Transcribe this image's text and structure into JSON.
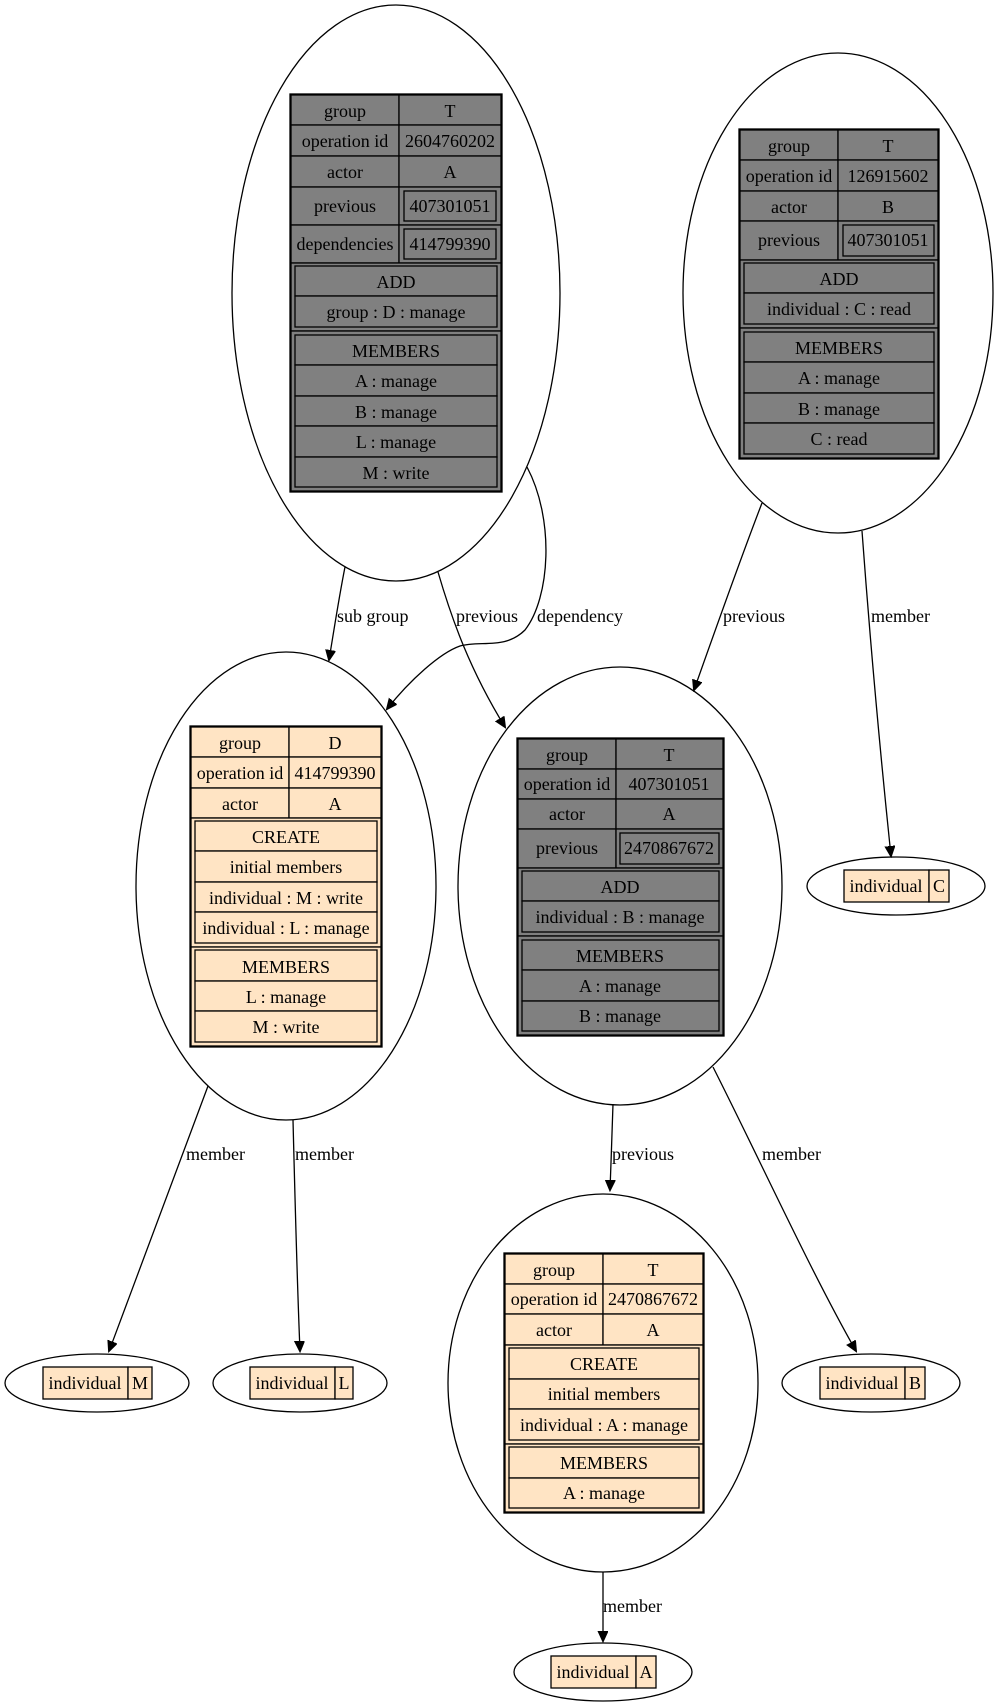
{
  "colors": {
    "dark_fill": "#808080",
    "light_fill": "#ffe4c4",
    "stroke": "#000000"
  },
  "nodes": {
    "op_2604760202": {
      "group_label": "group",
      "group": "T",
      "opid_label": "operation id",
      "opid": "2604760202",
      "actor_label": "actor",
      "actor": "A",
      "previous_label": "previous",
      "previous": "407301051",
      "dependencies_label": "dependencies",
      "dependencies": "414799390",
      "action": "ADD",
      "action_item": "group : D : manage",
      "members_title": "MEMBERS",
      "members": [
        "A : manage",
        "B : manage",
        "L : manage",
        "M : write"
      ]
    },
    "op_126915602": {
      "group_label": "group",
      "group": "T",
      "opid_label": "operation id",
      "opid": "126915602",
      "actor_label": "actor",
      "actor": "B",
      "previous_label": "previous",
      "previous": "407301051",
      "action": "ADD",
      "action_item": "individual : C : read",
      "members_title": "MEMBERS",
      "members": [
        "A : manage",
        "B : manage",
        "C : read"
      ]
    },
    "op_414799390": {
      "group_label": "group",
      "group": "D",
      "opid_label": "operation id",
      "opid": "414799390",
      "actor_label": "actor",
      "actor": "A",
      "action": "CREATE",
      "initial_label": "initial members",
      "initial": [
        "individual : M : write",
        "individual : L : manage"
      ],
      "members_title": "MEMBERS",
      "members": [
        "L : manage",
        "M : write"
      ]
    },
    "op_407301051": {
      "group_label": "group",
      "group": "T",
      "opid_label": "operation id",
      "opid": "407301051",
      "actor_label": "actor",
      "actor": "A",
      "previous_label": "previous",
      "previous": "2470867672",
      "action": "ADD",
      "action_item": "individual : B : manage",
      "members_title": "MEMBERS",
      "members": [
        "A : manage",
        "B : manage"
      ]
    },
    "op_2470867672": {
      "group_label": "group",
      "group": "T",
      "opid_label": "operation id",
      "opid": "2470867672",
      "actor_label": "actor",
      "actor": "A",
      "action": "CREATE",
      "initial_label": "initial members",
      "initial": [
        "individual : A : manage"
      ],
      "members_title": "MEMBERS",
      "members": [
        "A : manage"
      ]
    },
    "ind_C": {
      "kind": "individual",
      "name": "C"
    },
    "ind_M": {
      "kind": "individual",
      "name": "M"
    },
    "ind_L": {
      "kind": "individual",
      "name": "L"
    },
    "ind_B": {
      "kind": "individual",
      "name": "B"
    },
    "ind_A": {
      "kind": "individual",
      "name": "A"
    }
  },
  "edges": {
    "sub_group": "sub group",
    "previous_1": "previous",
    "dependency": "dependency",
    "previous_2": "previous",
    "member_C": "member",
    "member_M": "member",
    "member_L": "member",
    "previous_3": "previous",
    "member_B": "member",
    "member_A": "member"
  }
}
